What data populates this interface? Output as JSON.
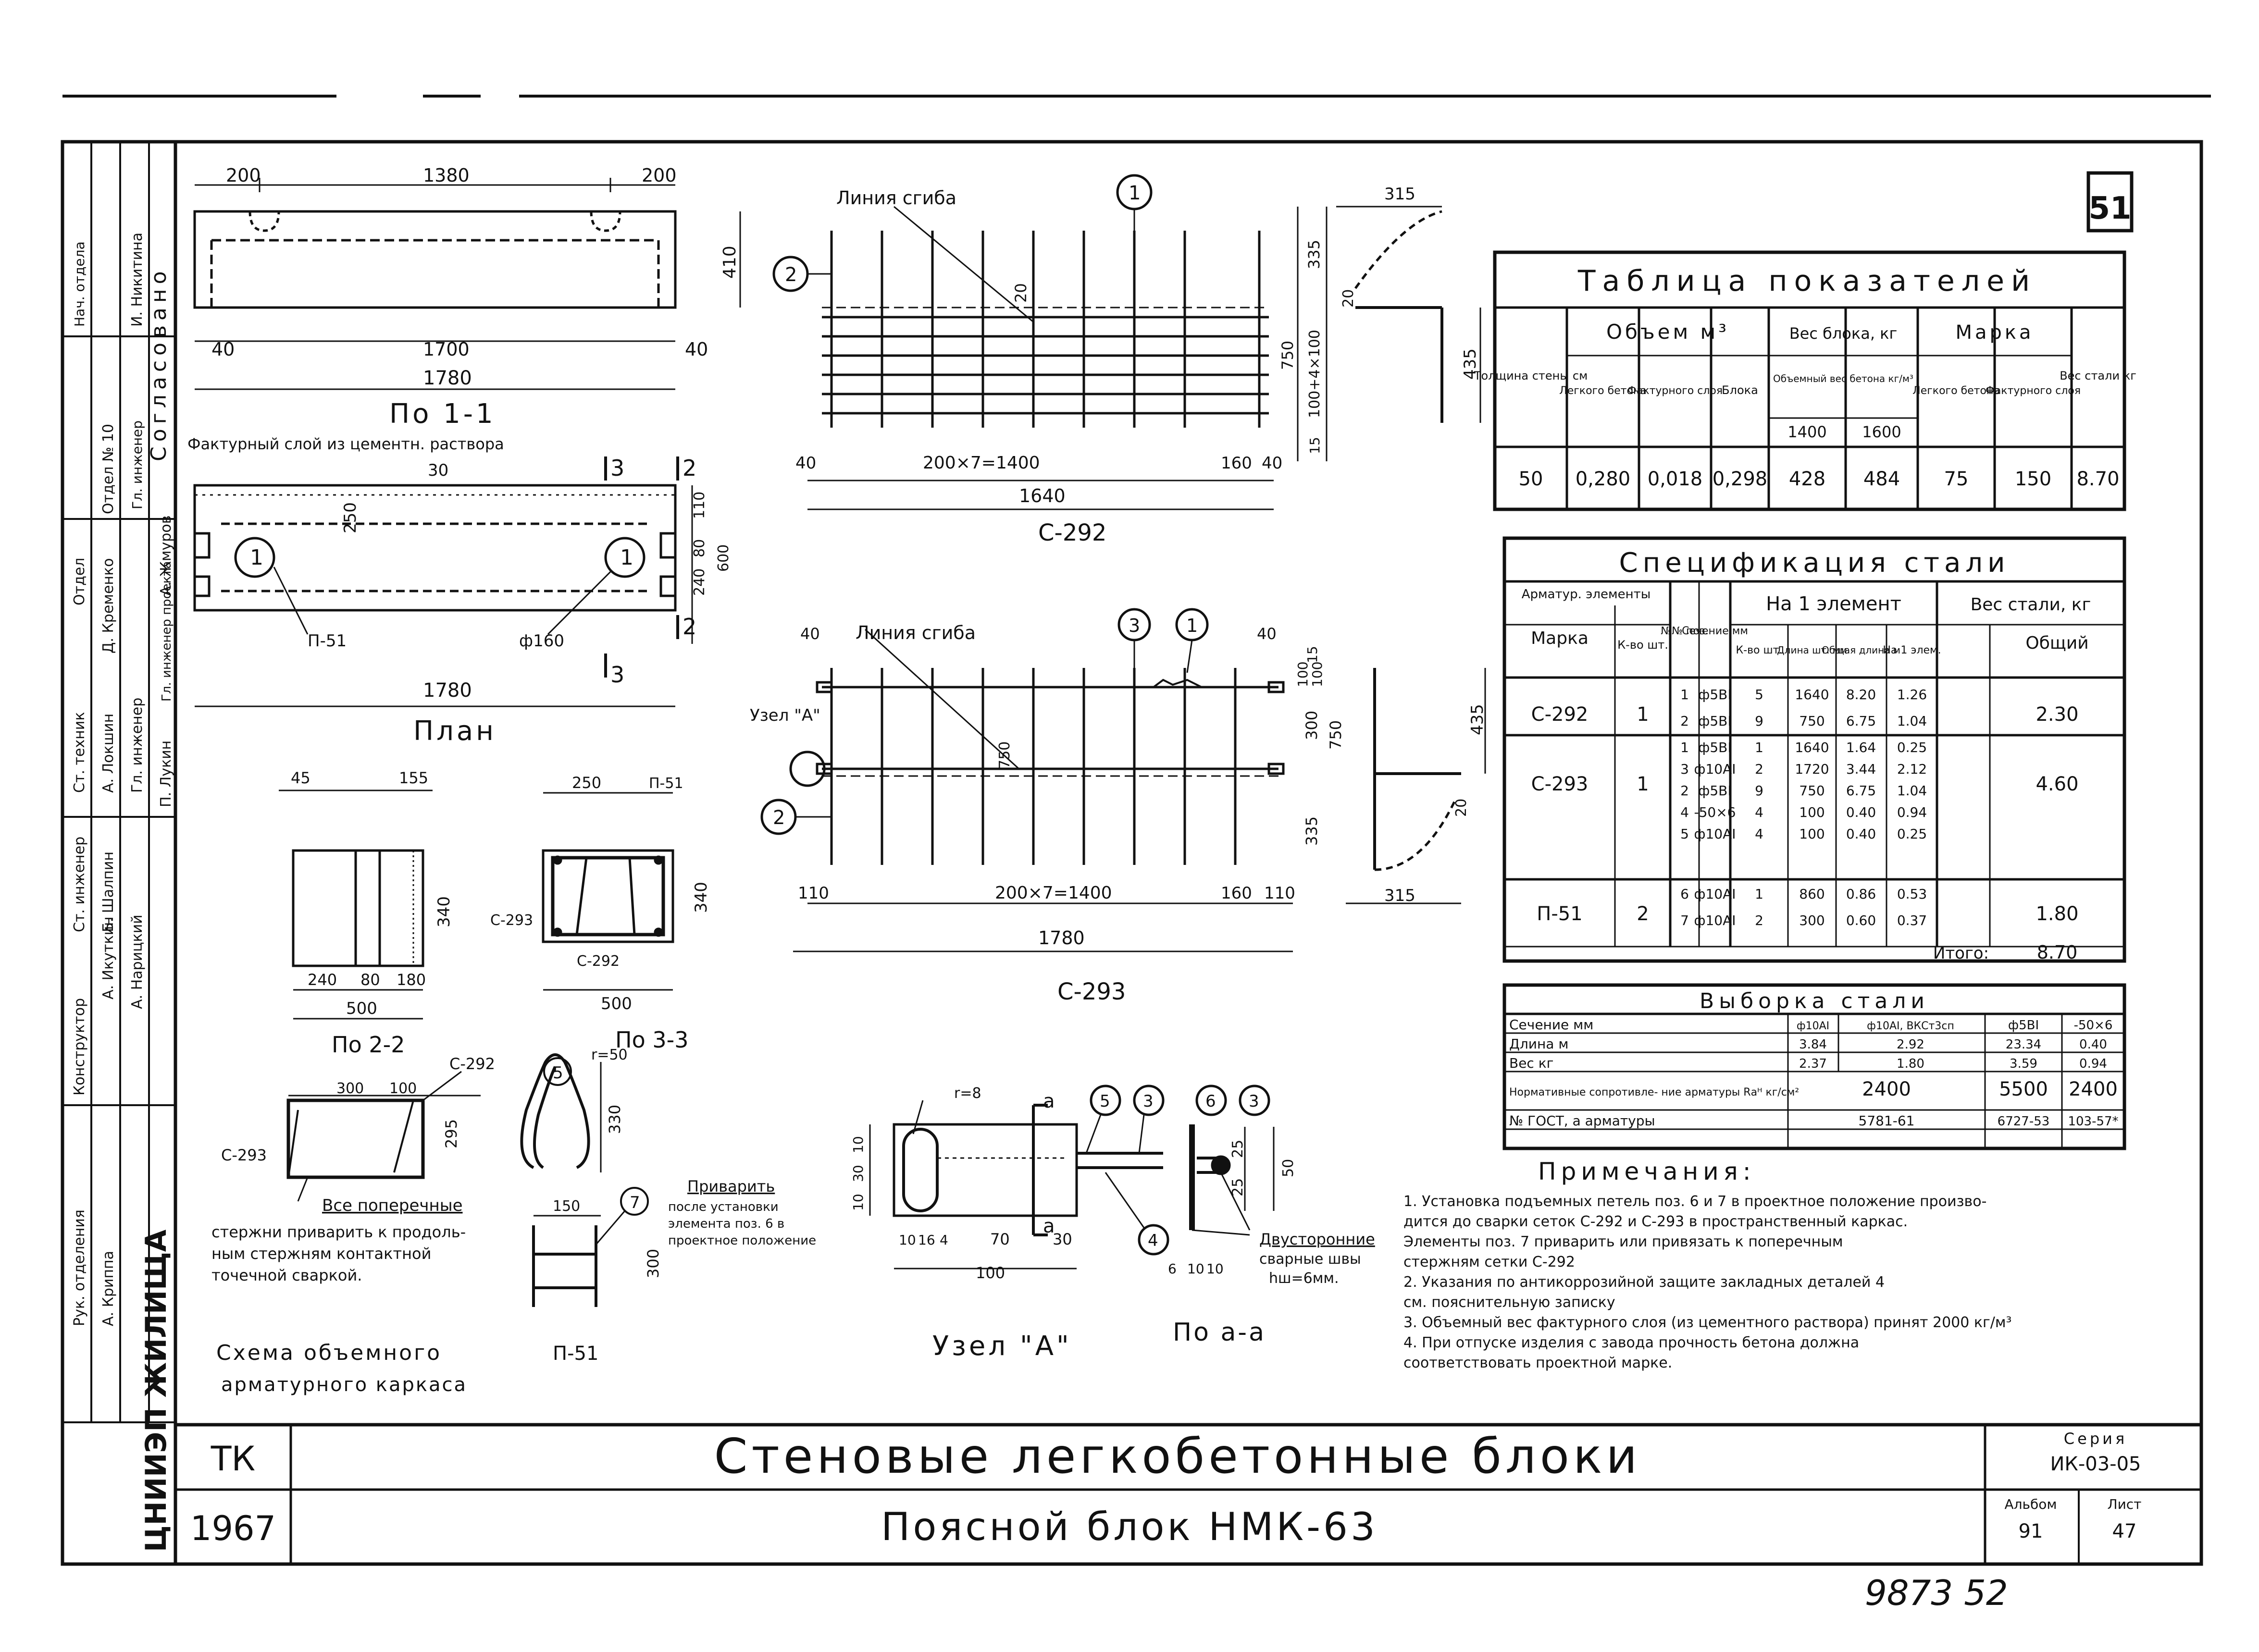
{
  "sheet": {
    "page_number": "51",
    "footer_code": "9873 52",
    "title_block": {
      "org": "ТК",
      "year": "1967",
      "org_vertical": "ЦНИИЭП ЖИЛИЩА",
      "main_title": "Стеновые легкобетонные блоки",
      "sub_title": "Поясной блок НМК-63",
      "series_label": "Серия",
      "series_value": "ИК-03-05",
      "album_label": "Альбом",
      "album_value": "91",
      "sheet_label": "Лист",
      "sheet_value": "47"
    }
  },
  "left_stamp": {
    "soglasovano": "Согласовано",
    "rows": [
      {
        "role": "Рук. отделения",
        "name": "А. Криппа"
      },
      {
        "role": "Конструктор",
        "name": "А. Икуткин"
      },
      {
        "role": "Ст. инженер",
        "name": "Б. Шалпин"
      },
      {
        "role": "Ст. техник",
        "name": "А. Локшин"
      },
      {
        "role": "Гл. инженер",
        "name": "А. Нарицкий"
      },
      {
        "role": "Отдел",
        "name": "Д. Кременко"
      },
      {
        "role": "Гл. инженер",
        "name": "П. Лукин"
      },
      {
        "role": "Гл. инженер проекта",
        "name": "А. Жмуров"
      },
      {
        "role": "Нач. отдела",
        "name": "И. Никитина"
      }
    ],
    "dept": "Отдел № 10"
  },
  "views": {
    "section_1_1": {
      "label": "По 1-1",
      "dims_top": [
        "200",
        "1380",
        "200"
      ],
      "dims_bottom": [
        "40",
        "1700",
        "40"
      ],
      "total": "1780",
      "height": "410"
    },
    "plan": {
      "label": "План",
      "facing_note": "Фактурный слой из цементн. раствора",
      "dim_30": "30",
      "dim_250": "250",
      "dims_right": [
        "110",
        "240",
        "80",
        "600"
      ],
      "total": "1780",
      "pos1": "1",
      "item_p51": "П-51",
      "item_d160": "ф160",
      "cut3": "3",
      "cut2": "2"
    },
    "section_2_2": {
      "label": "По 2-2",
      "dims_top": [
        "45",
        "155"
      ],
      "height": "340",
      "dims_bottom": [
        "240",
        "80",
        "180"
      ],
      "total": "500"
    },
    "section_3_3": {
      "label": "По 3-3",
      "dim_top": "250",
      "item_p51": "П-51",
      "item_c293": "С-293",
      "item_c292": "С-292",
      "height": "340",
      "total": "500"
    },
    "mesh_c292": {
      "label": "С-292",
      "bend_line": "Линия сгиба",
      "pos1": "1",
      "pos2": "2",
      "dims": [
        "40",
        "200×7=1400",
        "160",
        "40"
      ],
      "total": "1640",
      "dim_20": "20",
      "vert_dims": [
        "335",
        "750",
        "100+4×100",
        "15"
      ],
      "right_dims": [
        "315",
        "20",
        "435"
      ]
    },
    "mesh_c293": {
      "label": "С-293",
      "bend_line": "Линия сгиба",
      "pos3": "3",
      "pos1": "1",
      "pos2": "2",
      "node_a": "Узел \"А\"",
      "dims": [
        "110",
        "200×7=1400",
        "160",
        "110"
      ],
      "total": "1780",
      "top_dims": [
        "40",
        "40"
      ],
      "vert_dims": [
        "15",
        "100",
        "100",
        "300",
        "750",
        "335"
      ],
      "right_dims": [
        "435",
        "20",
        "315"
      ]
    },
    "cage_scheme": {
      "label_line1": "Схема объемного",
      "label_line2": "арматурного каркаса",
      "c292": "С-292",
      "c293": "С-293",
      "dims": [
        "300",
        "100"
      ],
      "height": "295",
      "note_lines": [
        "Все поперечные",
        "стержни приварить к продоль-",
        "ным стержням контактной",
        "точечной сваркой."
      ]
    },
    "p51": {
      "label": "П-51",
      "r50": "r=50",
      "h330": "330",
      "pos5": "5",
      "pos7": "7",
      "w150": "150",
      "h300": "300",
      "note_lines": [
        "Приварить",
        "после установки",
        "элемента поз. 6 в",
        "проектное положение"
      ]
    },
    "node_a": {
      "label": "Узел \"А\"",
      "r8": "r=8",
      "cut_a": "a",
      "dims_left": [
        "10",
        "30",
        "10"
      ],
      "dims_bottom": [
        "10",
        "16",
        "4",
        "70",
        "30"
      ],
      "total": "100",
      "pos5": "5",
      "pos3": "3",
      "pos4": "4"
    },
    "section_a_a": {
      "label": "По а-а",
      "pos6": "6",
      "pos3": "3",
      "pos4": "4",
      "dims_right": [
        "25",
        "25",
        "50"
      ],
      "dims_bottom": [
        "6",
        "10",
        "10"
      ],
      "weld_note": [
        "Двусторонние",
        "сварные швы",
        "hш=6мм."
      ]
    }
  },
  "indicators_table": {
    "title": "Таблица показателей",
    "headers": {
      "thickness": "Толщина стены см",
      "volume": "Объем м³",
      "volume_sub": [
        "Легкого бетона",
        "Фактурного слоя",
        "Блока"
      ],
      "weight": "Вес блока, кг",
      "weight_sub": "Объемный вес бетона кг/м³",
      "weight_cols": [
        "1400",
        "1600"
      ],
      "mark": "Марка",
      "mark_sub": [
        "Легкого бетона",
        "Фактурного слоя"
      ],
      "steel": "Вес стали кг"
    },
    "row": [
      "50",
      "0,280",
      "0,018",
      "0,298",
      "428",
      "484",
      "75",
      "150",
      "8.70"
    ]
  },
  "steel_spec": {
    "title": "Спецификация стали",
    "headers": {
      "elements": "Арматур. элементы",
      "mark": "Марка",
      "qty": "К-во шт.",
      "pos": "№№ поз.",
      "section": "Сечение мм",
      "per_element": "На 1 элемент",
      "per_cols": [
        "К-во шт.",
        "Длина шт. мм",
        "Общая длина м"
      ],
      "weight": "Вес стали, кг",
      "weight_cols": [
        "На 1 элем.",
        "Общий"
      ]
    },
    "rows": [
      {
        "mark": "С-292",
        "qty": "1",
        "pos": "1",
        "section": "ф5ВI",
        "n": "5",
        "len": "1640",
        "total_len": "8.20",
        "w1": "1.26",
        "total": "2.30"
      },
      {
        "mark": "",
        "qty": "",
        "pos": "2",
        "section": "ф5ВI",
        "n": "9",
        "len": "750",
        "total_len": "6.75",
        "w1": "1.04",
        "total": ""
      },
      {
        "mark": "С-293",
        "qty": "1",
        "pos": "1",
        "section": "ф5ВI",
        "n": "1",
        "len": "1640",
        "total_len": "1.64",
        "w1": "0.25",
        "total": "4.60"
      },
      {
        "mark": "",
        "qty": "",
        "pos": "3",
        "section": "ф10АI",
        "n": "2",
        "len": "1720",
        "total_len": "3.44",
        "w1": "2.12",
        "total": ""
      },
      {
        "mark": "",
        "qty": "",
        "pos": "2",
        "section": "ф5ВI",
        "n": "9",
        "len": "750",
        "total_len": "6.75",
        "w1": "1.04",
        "total": ""
      },
      {
        "mark": "",
        "qty": "",
        "pos": "4",
        "section": "-50×6",
        "n": "4",
        "len": "100",
        "total_len": "0.40",
        "w1": "0.94",
        "total": ""
      },
      {
        "mark": "",
        "qty": "",
        "pos": "5",
        "section": "ф10АI",
        "n": "4",
        "len": "100",
        "total_len": "0.40",
        "w1": "0.25",
        "total": ""
      },
      {
        "mark": "П-51",
        "qty": "2",
        "pos": "6",
        "section": "ф10АI",
        "n": "1",
        "len": "860",
        "total_len": "0.86",
        "w1": "0.53",
        "total": "1.80"
      },
      {
        "mark": "",
        "qty": "",
        "pos": "7",
        "section": "ф10АI",
        "n": "2",
        "len": "300",
        "total_len": "0.60",
        "w1": "0.37",
        "total": ""
      }
    ],
    "total_label": "Итого:",
    "total_value": "8.70"
  },
  "steel_summary": {
    "title": "Выборка стали",
    "col_headers": [
      "Сечение мм",
      "ф10АI",
      "ф10АI, ВКСт3сп",
      "ф5ВI",
      "-50×6"
    ],
    "rows": [
      [
        "Длина м",
        "3.84",
        "2.92",
        "23.34",
        "0.40"
      ],
      [
        "Вес кг",
        "2.37",
        "1.80",
        "3.59",
        "0.94"
      ],
      [
        "Нормативные сопротивле- ние арматуры Rаᴴ кг/см²",
        "2400",
        "",
        "5500",
        "2400"
      ],
      [
        "№ ГОСТ, а арматуры",
        "5781-61",
        "",
        "6727-53",
        "103-57*"
      ]
    ]
  },
  "notes": {
    "title": "Примечания:",
    "items": [
      "1. Установка подъемных петель поз. 6 и 7 в проектное положение произво-",
      "дится до сварки сеток С-292 и С-293 в пространственный каркас.",
      "Элементы поз. 7 приварить или привязать к поперечным",
      "стержням сетки С-292",
      "2. Указания по антикоррозийной защите закладных деталей 4",
      "см. пояснительную записку",
      "3. Объемный вес фактурного слоя (из цементного раствора) принят 2000 кг/м³",
      "4. При отпуске изделия с завода прочность бетона должна",
      "соответствовать проектной марке."
    ]
  }
}
